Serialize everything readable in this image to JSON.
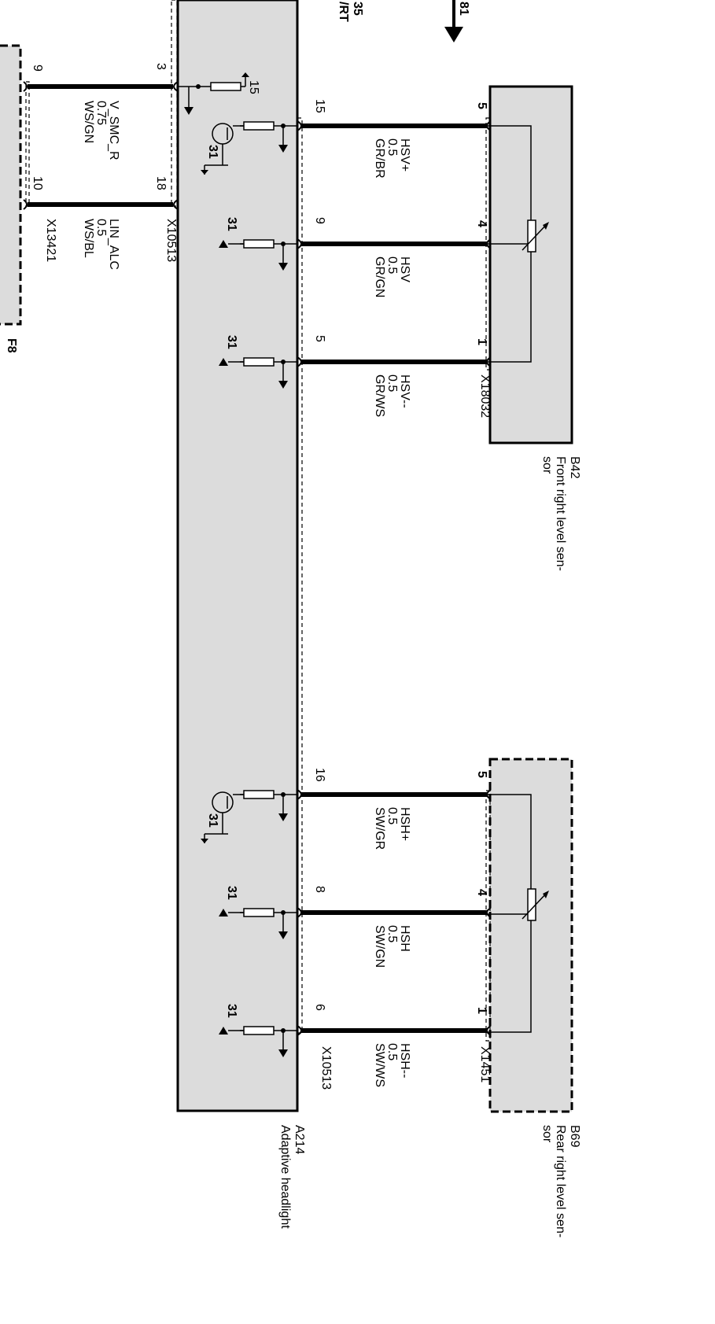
{
  "top_fragments": {
    "wire_fragment_a": "35",
    "wire_fragment_b": "/RT",
    "pin_fragment": "81"
  },
  "connectors": {
    "x13421": "X13421",
    "x10513_top": "X10513",
    "x10513_bottom": "X10513",
    "x18032": "X18032",
    "x1451": "X1451"
  },
  "left_module": {
    "label": "F8",
    "pin_9": "9",
    "pin_10": "10"
  },
  "module": {
    "id": "A214",
    "name": "Adaptive headlight",
    "pin_3": "3",
    "pin_18": "18"
  },
  "supply_labels": {
    "terminal_15": "15",
    "ground_31": "31"
  },
  "left_wires": [
    {
      "name": "V_SMC_R",
      "size": "0.75",
      "color": "WS/GN"
    },
    {
      "name": "LIN_ALC",
      "size": "0.5",
      "color": "WS/BL"
    }
  ],
  "sensor_front": {
    "id": "B42",
    "name_line1": "Front right level sen-",
    "name_line2": "sor",
    "wires": [
      {
        "module_pin": "15",
        "sensor_pin": "5",
        "name": "HSV+",
        "size": "0.5",
        "color": "GR/BR"
      },
      {
        "module_pin": "9",
        "sensor_pin": "4",
        "name": "HSV",
        "size": "0.5",
        "color": "GR/GN"
      },
      {
        "module_pin": "5",
        "sensor_pin": "1",
        "name": "HSV--",
        "size": "0.5",
        "color": "GR/WS"
      }
    ]
  },
  "sensor_rear": {
    "id": "B69",
    "name_line1": "Rear right level sen-",
    "name_line2": "sor",
    "wires": [
      {
        "module_pin": "16",
        "sensor_pin": "5",
        "name": "HSH+",
        "size": "0.5",
        "color": "SW/GR"
      },
      {
        "module_pin": "8",
        "sensor_pin": "4",
        "name": "HSH",
        "size": "0.5",
        "color": "SW/GN"
      },
      {
        "module_pin": "6",
        "sensor_pin": "1",
        "name": "HSH--",
        "size": "0.5",
        "color": "SW/WS"
      }
    ]
  },
  "colors": {
    "module_fill": "#dcdcdc",
    "line": "#000000"
  }
}
